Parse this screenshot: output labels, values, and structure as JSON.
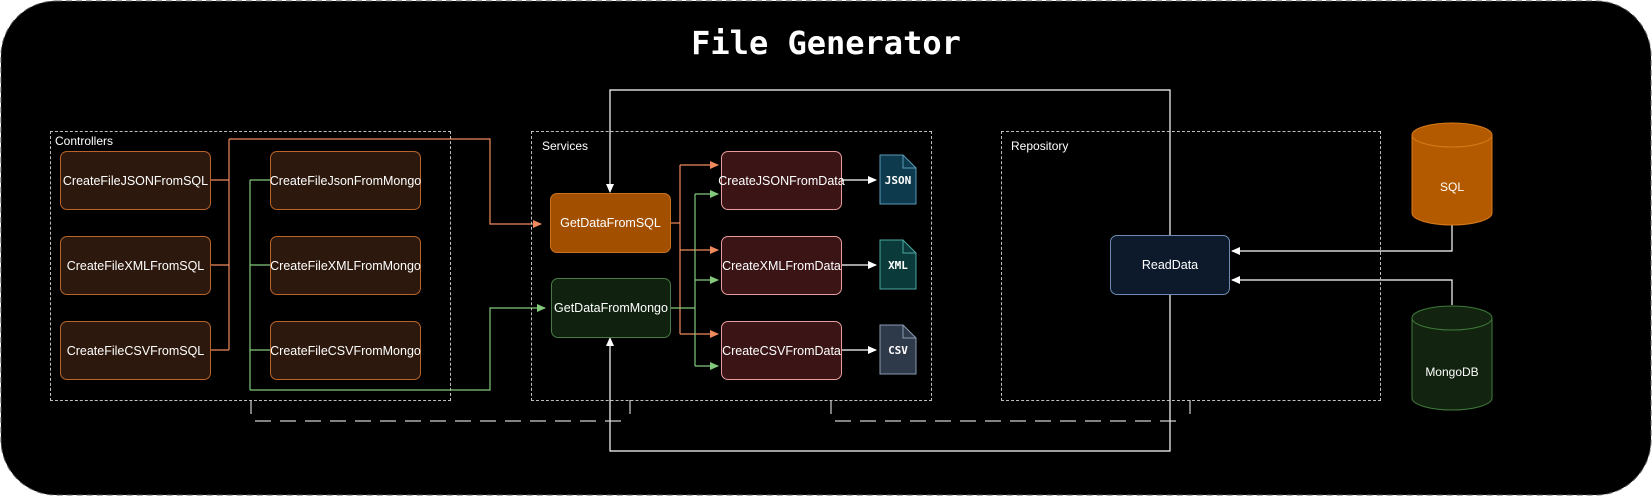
{
  "title": "File Generator",
  "colors": {
    "background": "#000000",
    "sql_arrow": "#f08a5d",
    "mongo_arrow": "#82c97b",
    "white_arrow": "#ffffff",
    "sql_db": "#b35a00",
    "mongo_db": "#1a3318"
  },
  "groups": {
    "controllers": "Controllers",
    "services": "Services",
    "repository": "Repository"
  },
  "controllers": {
    "json_sql": "CreateFileJSONFromSQL",
    "xml_sql": "CreateFileXMLFromSQL",
    "csv_sql": "CreateFileCSVFromSQL",
    "json_mongo": "CreateFileJsonFromMongo",
    "xml_mongo": "CreateFileXMLFromMongo",
    "csv_mongo": "CreateFileCSVFromMongo"
  },
  "services": {
    "get_sql": "GetDataFromSQL",
    "get_mongo": "GetDataFromMongo",
    "json": "CreateJSONFromData",
    "xml": "CreateXMLFromData",
    "csv": "CreateCSVFromData"
  },
  "files": {
    "json": "JSON",
    "xml": "XML",
    "csv": "CSV"
  },
  "repository": {
    "read": "ReadData"
  },
  "databases": {
    "sql": "SQL",
    "mongo": "MongoDB"
  }
}
